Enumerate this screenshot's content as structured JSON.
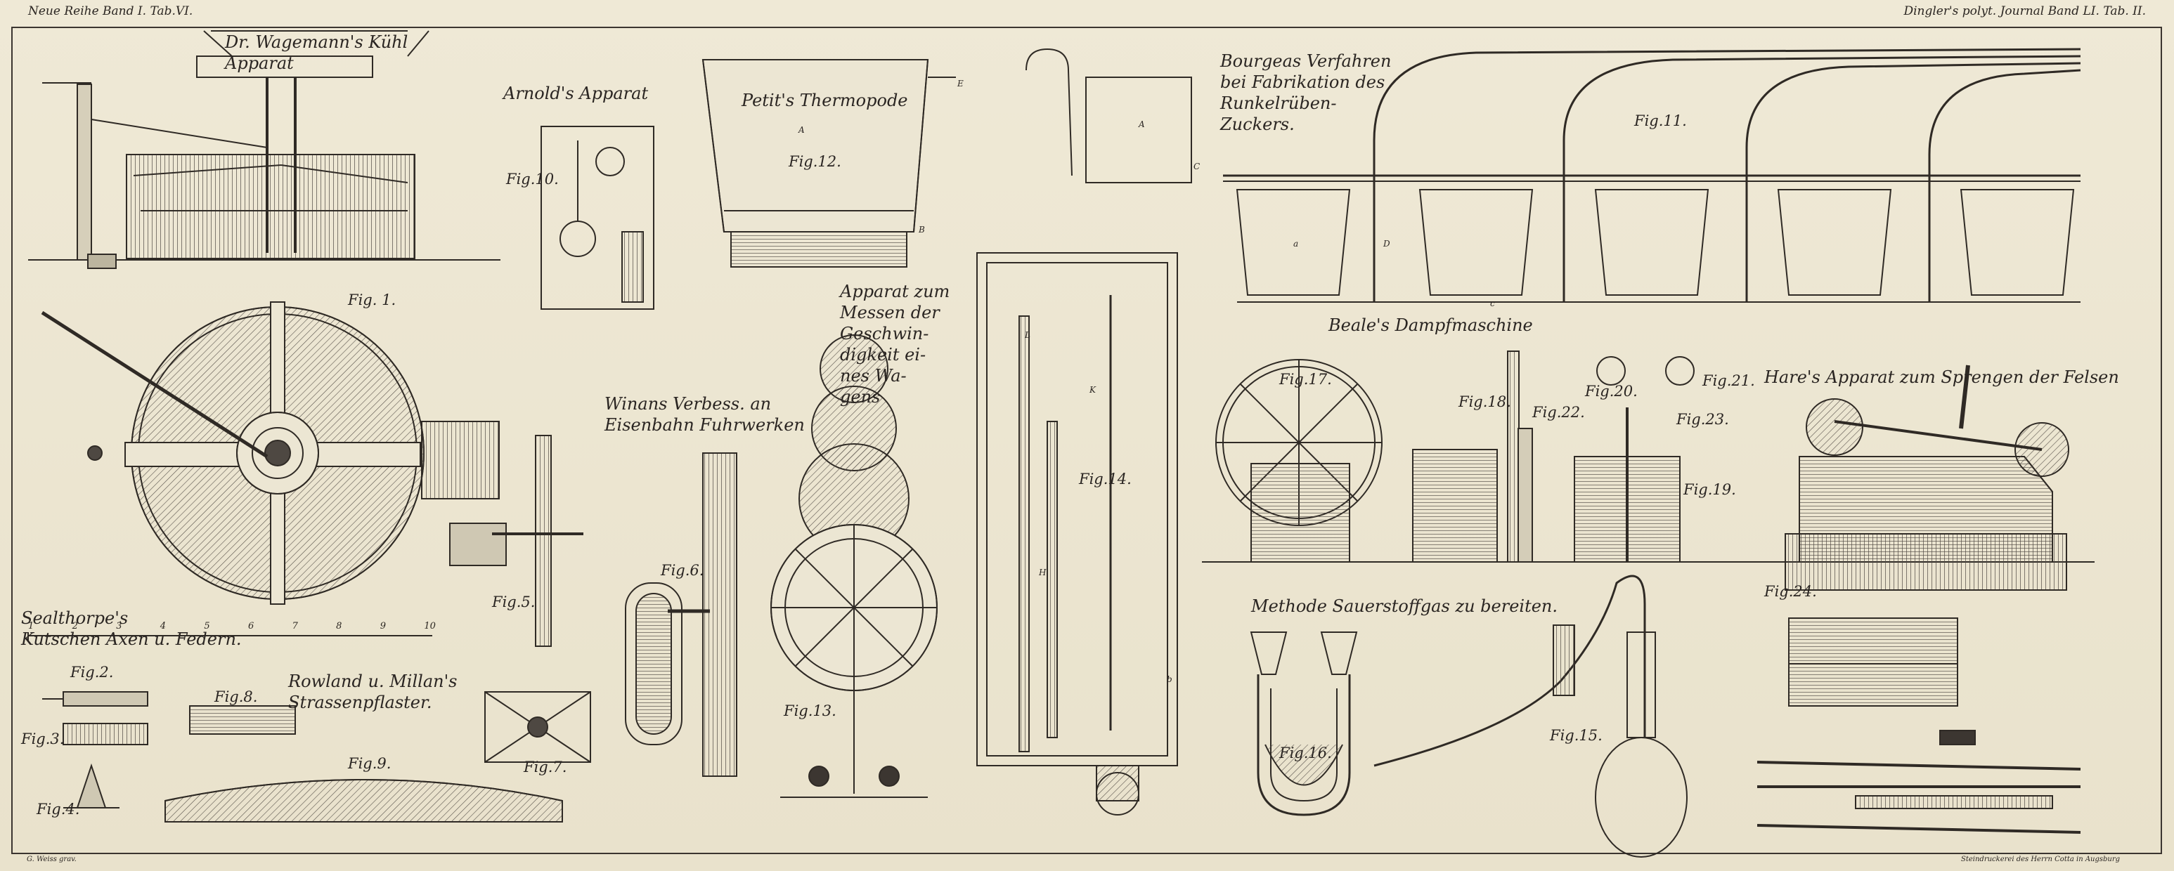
{
  "header": {
    "left": "Neue Reihe Band I. Tab.VI.",
    "right": "Dingler's polyt. Journal Band LI. Tab. II."
  },
  "footer": {
    "left": "G. Weiss grav.",
    "right": "Steindruckerei des Herrn Cotta in Augsburg"
  },
  "titles": {
    "wagemann": "Dr. Wagemann's Kühl\nApparat",
    "arnold": "Arnold's Apparat",
    "thermopode": "Petit's Thermopode",
    "bourgeas": "Bourgeas Verfahren\nbei Fabrikation des\nRunkelrüben-\nZuckers.",
    "messen": "Apparat zum\nMessen der\nGeschwin-\ndigkeit ei-\nnes Wa-\ngens",
    "winans": "Winans Verbess. an\nEisenbahn Fuhrwerken",
    "beale": "Beale's Dampfmaschine",
    "hare": "Hare's Apparat zum Sprengen der Felsen",
    "sealthorpe": "Sealthorpe's\nKutschen Axen u. Federn.",
    "rowland": "Rowland u. Millan's\nStrassenpflaster.",
    "methode": "Methode Sauerstoffgas zu bereiten."
  },
  "figures": {
    "f1": "Fig. 1.",
    "f2": "Fig.2.",
    "f3": "Fig.3.",
    "f4": "Fig.4.",
    "f5": "Fig.5.",
    "f6": "Fig.6.",
    "f7": "Fig.7.",
    "f8": "Fig.8.",
    "f9": "Fig.9.",
    "f10": "Fig.10.",
    "f11": "Fig.11.",
    "f12": "Fig.12.",
    "f13": "Fig.13.",
    "f14": "Fig.14.",
    "f15": "Fig.15.",
    "f16": "Fig.16.",
    "f17": "Fig.17.",
    "f18": "Fig.18.",
    "f19": "Fig.19.",
    "f20": "Fig.20.",
    "f21": "Fig.21.",
    "f22": "Fig.22.",
    "f23": "Fig.23.",
    "f24": "Fig.24."
  },
  "scale_ticks": [
    "1",
    "2",
    "3",
    "4",
    "5",
    "6",
    "7",
    "8",
    "9",
    "10"
  ],
  "letters": {
    "A": "A",
    "B": "B",
    "C": "C",
    "D": "D",
    "E": "E",
    "K": "K",
    "L": "L",
    "H": "H",
    "a": "a",
    "b": "b",
    "c": "c"
  },
  "colors": {
    "paper": "#ece6d3",
    "ink": "#2a2520",
    "hatch": "#5a534c"
  }
}
